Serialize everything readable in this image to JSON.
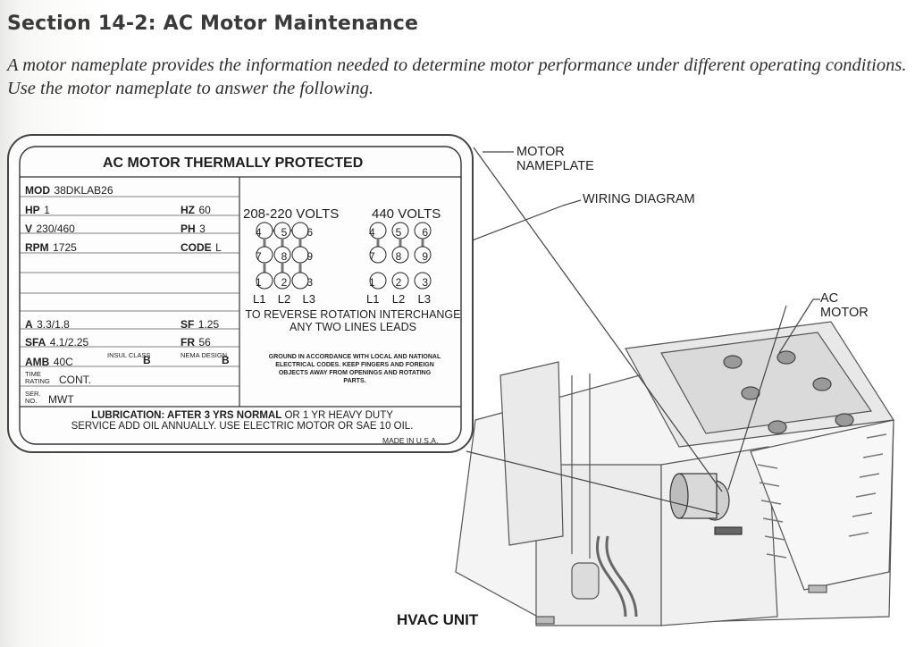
{
  "header": {
    "section_label": "Section 14-2:",
    "section_title": "AC Motor Maintenance"
  },
  "intro": "A motor nameplate provides the information needed to determine motor performance under different operating conditions. Use the motor nameplate to answer the following.",
  "nameplate": {
    "title": "AC MOTOR THERMALLY PROTECTED",
    "left_rows": [
      {
        "key": "MOD",
        "val": "38DKLAB26"
      },
      {
        "key": "HP",
        "val": "1",
        "key2": "HZ",
        "val2": "60"
      },
      {
        "key": "V",
        "val": "230/460",
        "key2": "PH",
        "val2": "3"
      },
      {
        "key": "RPM",
        "val": "1725",
        "key2": "CODE",
        "val2": "L"
      },
      {
        "key": "A",
        "val": "3.3/1.8",
        "key2": "SF",
        "val2": "1.25"
      },
      {
        "key": "SFA",
        "val": "4.1/2.25",
        "key2": "FR",
        "val2": "56"
      },
      {
        "key": "AMB",
        "val": "40C",
        "key2": "B",
        "val2": "B"
      }
    ],
    "insul_class": "INSUL CLASS",
    "nema_design": "NEMA DESIGN",
    "time_rating_label": "TIME RATING",
    "time_rating_val": "CONT.",
    "ser_no_label": "SER. NO.",
    "ser_no_val": "MWT",
    "volts_low": "208-220 VOLTS",
    "volts_high": "440 VOLTS",
    "terminals_top": [
      "4",
      "5",
      "6"
    ],
    "terminals_mid": [
      "7",
      "8",
      "9"
    ],
    "terminals_bot": [
      "1",
      "2",
      "3"
    ],
    "lines": [
      "L1",
      "L2",
      "L3"
    ],
    "reverse_note": "TO REVERSE ROTATION INTERCHANGE ANY TWO LINES LEADS",
    "ground_note": "GROUND IN ACCORDANCE WITH LOCAL AND NATIONAL ELECTRICAL CODES. KEEP FINGERS AND FOREIGN OBJECTS AWAY FROM OPENINGS AND ROTATING PARTS.",
    "lube_bold": "LUBRICATION: AFTER 3 YRS NORMAL",
    "lube_rest1": "OR 1 YR HEAVY DUTY",
    "lube_rest2": "SERVICE ADD OIL ANNUALLY. USE ELECTRIC MOTOR OR SAE 10 OIL.",
    "made_in": "MADE IN U.S.A."
  },
  "callouts": {
    "motor_nameplate": "MOTOR NAMEPLATE",
    "wiring_diagram": "WIRING DIAGRAM",
    "ac_motor": "AC MOTOR",
    "hvac_unit": "HVAC UNIT"
  }
}
